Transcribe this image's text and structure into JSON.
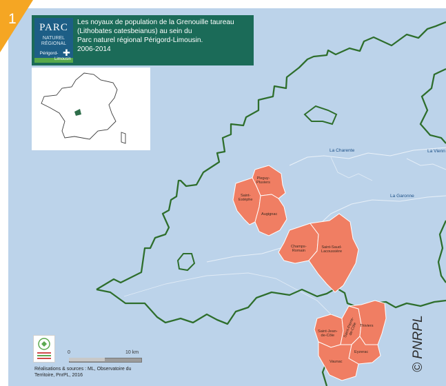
{
  "badge": {
    "number": "1"
  },
  "logo": {
    "name": "PARC",
    "line1": "NATUREL",
    "line2": "RÉGIONAL",
    "region": "Périgord-",
    "region2": "Limousin"
  },
  "title": {
    "line1": "Les noyaux de population de la Grenouille taureau",
    "line2": "(Lithobates catesbeianus) au sein du",
    "line3": "Parc naturel régional Périgord-Limousin.",
    "line4": "2006-2014"
  },
  "rivers": {
    "charente": "La Charente",
    "vienne": "La Vienn",
    "garonne": "La Garonne"
  },
  "communes": {
    "pleguy": "Pleguy-\nPluviers",
    "saint_estephe": "Saint-\nEstèphe",
    "augignac": "Augignac",
    "champs_romain": "Champs-\nRomain",
    "saint_saud": "Saint-Saud-\nLacoussière",
    "saint_jean": "Saint-Jean-\nde-Côle",
    "saint_pierre": "Saint-Pierre-\nde-Côle",
    "thiviers": "Thiviers",
    "eyzerac": "Eyzerac",
    "vaunac": "Vaunac"
  },
  "scale": {
    "zero": "0",
    "ten": "10 km"
  },
  "credits": {
    "line1": "Réalisations & sources : ML, Observatoire du",
    "line2": "Territoire, PnrPL, 2016"
  },
  "copyright": "© PNRPL",
  "colors": {
    "sea": "#bcd3ea",
    "boundary": "#2e6e2c",
    "commune_fill": "#f07e63",
    "commune_stroke": "#ffffff",
    "title_bg": "#1b6b58",
    "badge": "#f5a623"
  }
}
